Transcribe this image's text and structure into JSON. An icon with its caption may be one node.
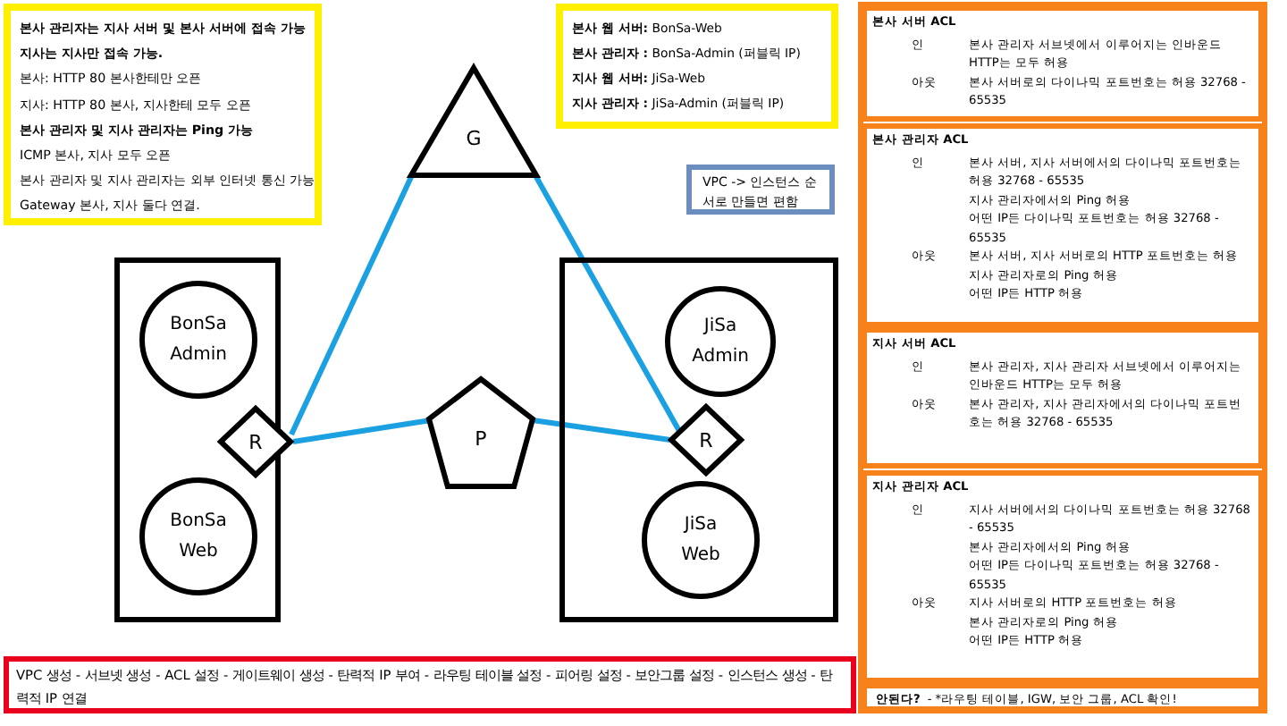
{
  "diagram": {
    "nodes": [
      {
        "text": [
          "본사 관리자는 지사 서버 및 본사 서버에 접속 가능",
          "지사는 지사만 접속 가능.",
          "본사: HTTP 80 본사한테만 오픈",
          "지사: HTTP 80 본사, 지사한테 모두 오픈",
          "본사 관리자 및 지사 관리자는 Ping 가능",
          "ICMP 본사, 지사 모두 오픈",
          "본사 관리자 및 지사 관리자는 외부 인터넷 통신 가능",
          "Gateway 본사, 지사 둘다 연결."
        ]
      },
      {
        "text": [
          "**본사 웹 서버:** BonSa-Web",
          "**본사 관리자 :** BonSa-Admin (퍼블릭 IP)",
          "**지사 웹 서버:** JiSa-Web",
          "**지사 관리자 :** JiSa-Admin (퍼블릭 IP)"
        ]
      },
      {
        "text": [
          "VPC -> 인스턴스 순서로 만들면 편함"
        ]
      },
      {
        "text": [
          "G"
        ]
      },
      {
        "text": [],
        "shape": "box"
      },
      {
        "text": [
          "BonSa Admin"
        ],
        "in": 4
      },
      {
        "text": [
          "R"
        ],
        "in": 4
      },
      {
        "text": [
          "BonSa Web"
        ],
        "in": 4
      },
      {
        "text": [
          "P"
        ]
      },
      {
        "text": [],
        "shape": "box"
      },
      {
        "text": [
          "JiSa Admin"
        ],
        "in": 9
      },
      {
        "text": [
          "R"
        ],
        "in": 9
      },
      {
        "text": [
          "JiSa Web"
        ],
        "in": 9
      },
      {
        "text": [],
        "shape": "box"
      },
      {
        "text": [
          "본사 서버 ACL",
          "인",
          "본사 관리자 서브넷에서 이루어지는 인바운드 HTTP는 모두 허용",
          "아웃",
          "본사 서버로의 다이나믹 포트번호는 허용 32768 - 65535"
        ],
        "in": 13
      },
      {
        "text": [
          "본사 관리자 ACL",
          "인",
          "본사 서버, 지사 서버에서의 다이나믹 포트번호는 허용 32768 - 65535",
          "지사 관리자에서의 Ping 허용",
          "어떤 IP든 다이나믹 포트번호는 허용 32768 - 65535",
          "아웃",
          "본사 서버, 지사 서버로의 HTTP 포트번호는 허용",
          "지사 관리자로의 Ping 허용",
          "어떤 IP든 HTTP 허용"
        ],
        "in": 13
      },
      {
        "text": [
          "지사 서버 ACL",
          "인",
          "본사 관리자, 지사 관리자 서브넷에서 이루어지는 인바운드 HTTP는 모두 허용",
          "아웃",
          "본사 관리자, 지사 관리자에서의 다이나믹 포트번호는 허용 32768 - 65535"
        ],
        "in": 13
      },
      {
        "text": [
          "지사 관리자 ACL",
          "인",
          "지사 서버에서의 다이나믹 포트번호는 허용 32768 - 65535",
          "본사 관리자에서의 Ping 허용",
          "어떤 IP든 다이나믹 포트번호는 허용 32768 - 65535",
          "아웃",
          "지사 서버로의 HTTP 포트번호는 허용",
          "본사 관리자로의 Ping 허용",
          "어떤 IP든 HTTP 허용"
        ],
        "in": 13
      },
      {
        "text": [
          "안된다?",
          "- *라우팅 테이블, IGW, 보안 그룹, ACL 확인!"
        ],
        "in": 13
      },
      {
        "text": [
          "VPC 생성 - 서브넷 생성 - ACL 설정 - 게이트웨이 생성 - 탄력적 IP 부여 - 라우팅 테이블 설정 - 피어링 설정 - 보안그룹 설정 - 인스턴스 생성 - 탄력적 IP 연결"
        ]
      }
    ],
    "edges": [
      {
        "from": 3,
        "to": 6,
        "arrow": "none"
      },
      {
        "from": 3,
        "to": 11,
        "arrow": "none"
      },
      {
        "from": 6,
        "to": 8,
        "arrow": "none"
      },
      {
        "from": 8,
        "to": 11,
        "arrow": "none"
      }
    ]
  }
}
